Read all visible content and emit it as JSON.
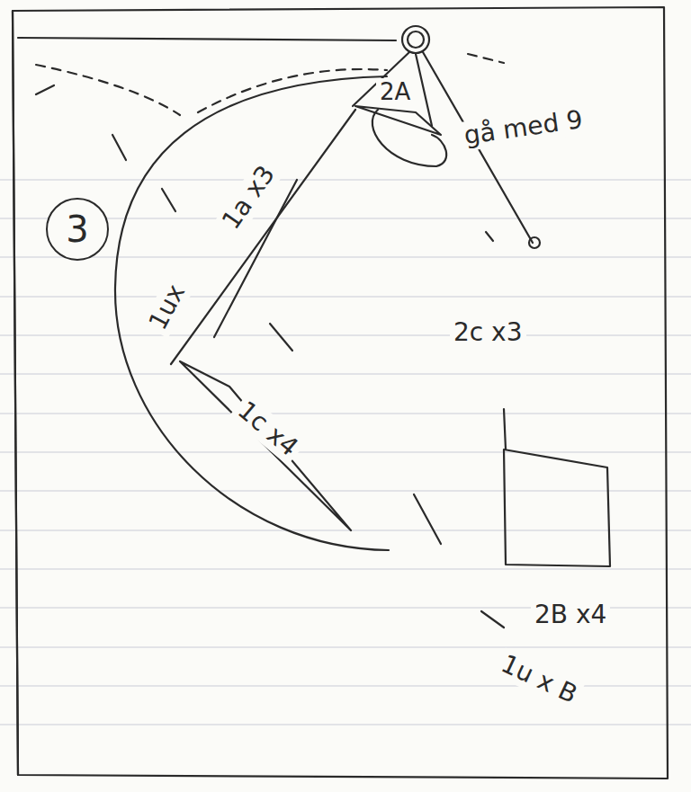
{
  "diagram": {
    "nodes": [
      {
        "text": [
          "3"
        ]
      }
    ],
    "labels": [
      "2A",
      "gå med 9",
      "1ux",
      "1a x3",
      "2c x3",
      "1c x4",
      "2B x4",
      "1u x B"
    ]
  }
}
